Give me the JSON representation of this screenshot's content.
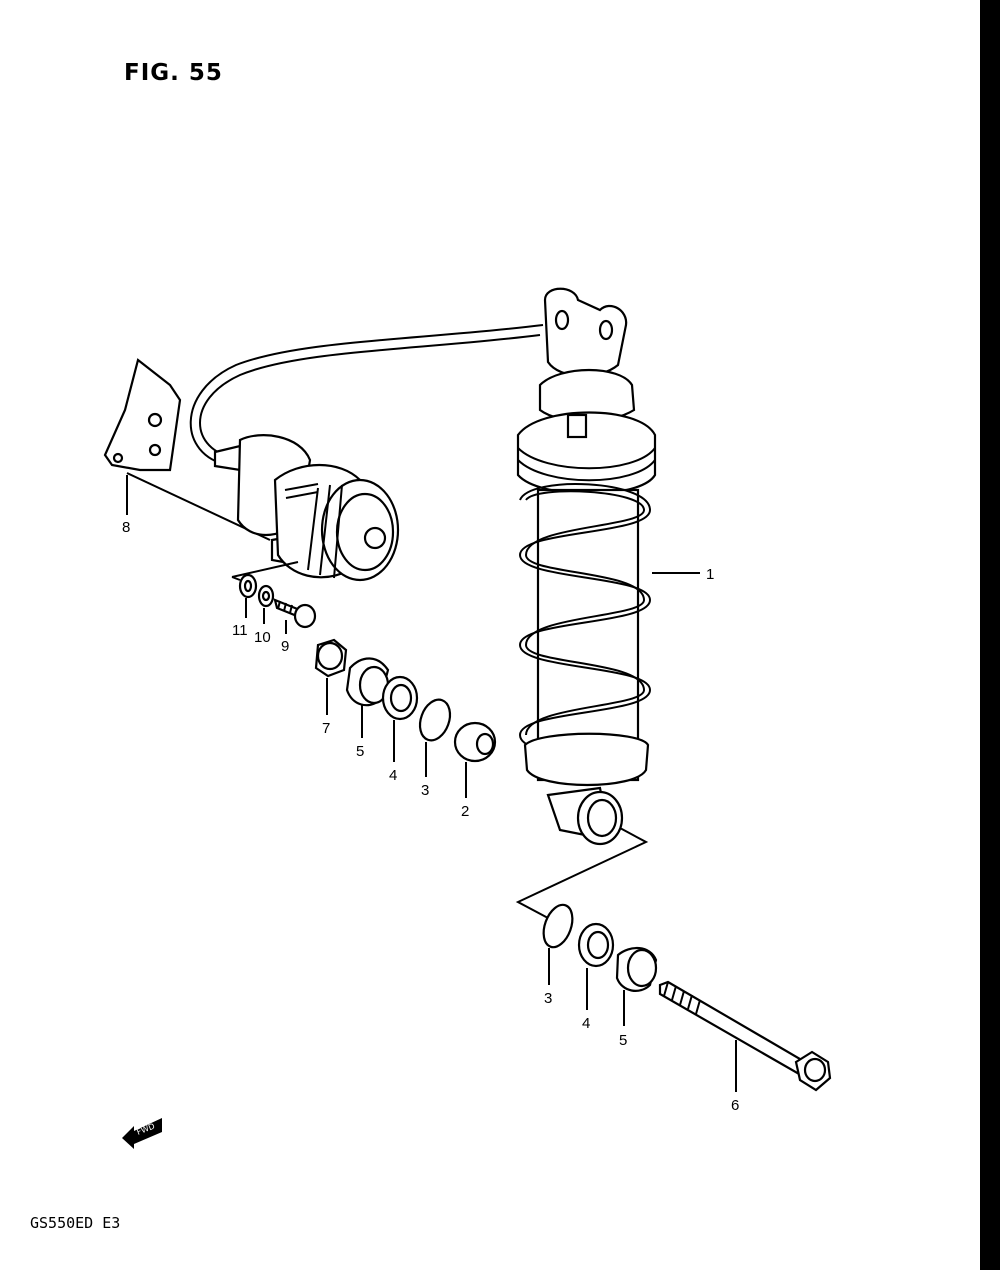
{
  "figure": {
    "title": "FIG. 55",
    "model_code": "GS550ED  E3",
    "fwd_label": "FWD"
  },
  "callouts": [
    {
      "id": "1",
      "label": "1"
    },
    {
      "id": "2",
      "label": "2"
    },
    {
      "id": "3a",
      "label": "3"
    },
    {
      "id": "3b",
      "label": "3"
    },
    {
      "id": "4a",
      "label": "4"
    },
    {
      "id": "4b",
      "label": "4"
    },
    {
      "id": "5a",
      "label": "5"
    },
    {
      "id": "5b",
      "label": "5"
    },
    {
      "id": "6",
      "label": "6"
    },
    {
      "id": "7",
      "label": "7"
    },
    {
      "id": "8",
      "label": "8"
    },
    {
      "id": "9",
      "label": "9"
    },
    {
      "id": "10",
      "label": "10"
    },
    {
      "id": "11",
      "label": "11"
    }
  ]
}
